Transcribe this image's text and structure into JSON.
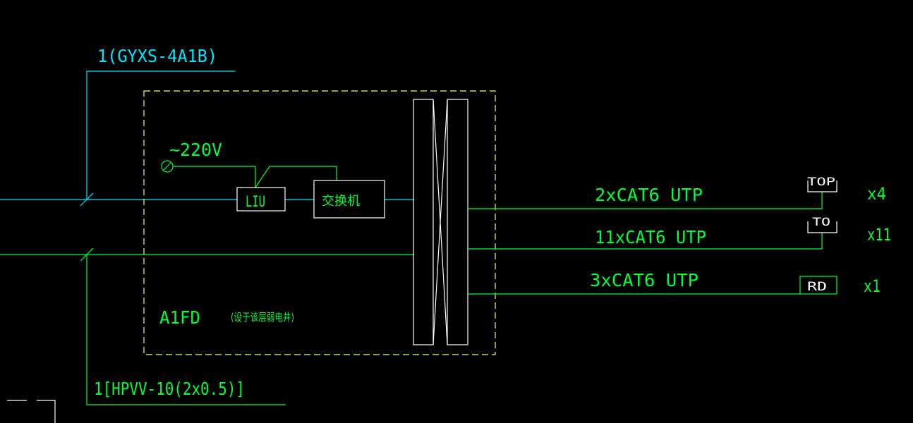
{
  "colors": {
    "background": "#000000",
    "cyan": "#00e5ff",
    "green": "#00ff33",
    "yellow": "#ffff4d",
    "white": "#ffffff"
  },
  "cables": {
    "fiber_label": "1(GYXS-4A1B)",
    "control_label": "1[HPVV-10(2x0.5)]"
  },
  "cabinet": {
    "power_label": "~220V",
    "liu_label": "LIU",
    "switch_label": "交换机",
    "name": "A1FD",
    "note": "(设于该层弱电井)"
  },
  "outputs": [
    {
      "cable": "2xCAT6 UTP",
      "outlet": "TOP",
      "count": "x4"
    },
    {
      "cable": "11xCAT6 UTP",
      "outlet": "TO",
      "count": "x11"
    },
    {
      "cable": "3xCAT6 UTP",
      "outlet": "RD",
      "count": "x1"
    }
  ]
}
